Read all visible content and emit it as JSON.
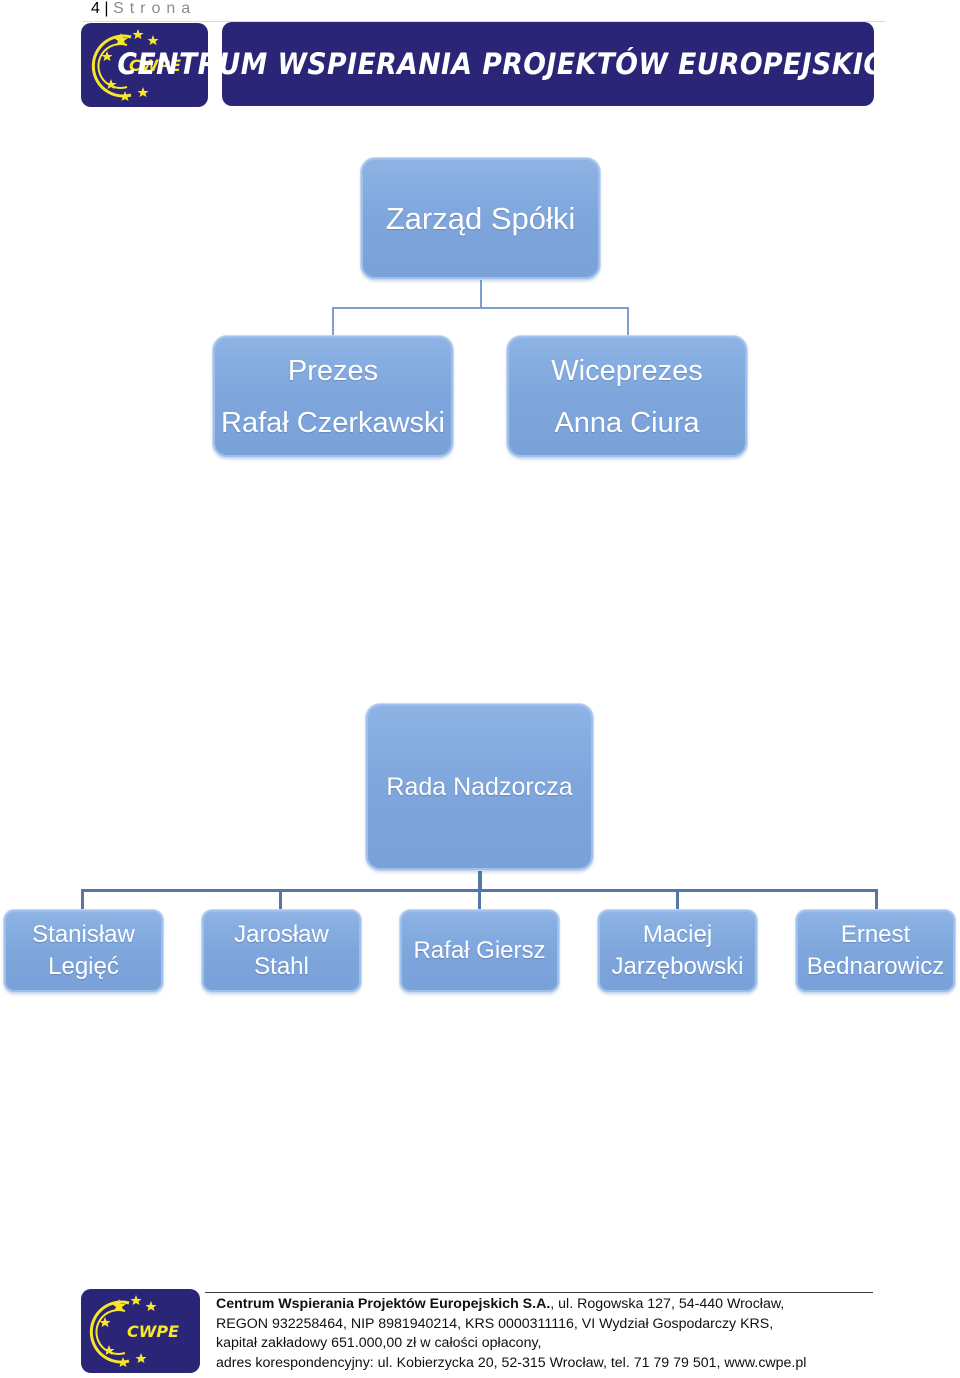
{
  "header": {
    "page_number": "4",
    "page_word": "Strona",
    "logo_text": "CWPE",
    "banner_title": "CENTRUM WSPIERANIA PROJEKTÓW EUROPEJSKICH S.A."
  },
  "management": {
    "title": "Zarząd Spółki",
    "members": [
      {
        "role": "Prezes",
        "name": "Rafał Czerkawski"
      },
      {
        "role": "Wiceprezes",
        "name": "Anna Ciura"
      }
    ]
  },
  "board": {
    "title": "Rada Nadzorcza",
    "members": [
      {
        "line1": "Stanisław",
        "line2": "Legięć"
      },
      {
        "line1": "Jarosław",
        "line2": "Stahl"
      },
      {
        "line1": "Rafał Giersz",
        "line2": ""
      },
      {
        "line1": "Maciej",
        "line2": "Jarzębowski"
      },
      {
        "line1": "Ernest",
        "line2": "Bednarowicz"
      }
    ]
  },
  "footer": {
    "logo_text": "CWPE",
    "company_bold": "Centrum Wspierania Projektów Europejskich S.A.",
    "line1_rest": ", ul. Rogowska 127, 54-440 Wrocław,",
    "line2": "REGON 932258464, NIP 8981940214, KRS 0000311116, VI Wydział Gospodarczy KRS,",
    "line3": "kapitał zakładowy 651.000,00 zł w całości opłacony,",
    "line4": "adres korespondencyjny: ul. Kobierzycka 20, 52-315 Wrocław, tel. 71 79 79 501, www.cwpe.pl"
  },
  "colors": {
    "brand_navy": "#2a2577",
    "logo_yellow": "#f7e62a",
    "node_blue": "#7ea6dc"
  }
}
